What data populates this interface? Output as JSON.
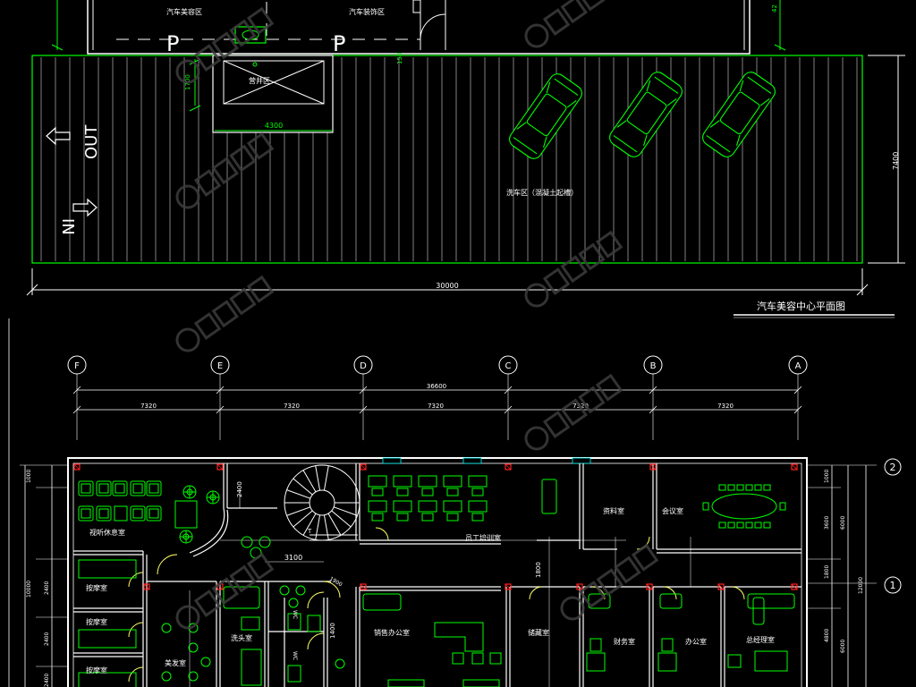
{
  "site_plan": {
    "title": "汽车美容中心平面图",
    "zones": {
      "detailing": "汽车美容区",
      "decoration": "汽车装饰区",
      "pit": "营井区",
      "wash": "洗车区（混凝土起槽）"
    },
    "parking_mark": "P",
    "entry_out": "OUT",
    "entry_in": "IN",
    "dims": {
      "total_width": "30000",
      "depth": "7400",
      "pit_width": "4300",
      "pit_depth": "1700",
      "top_right": "42",
      "small_left": "150"
    }
  },
  "floor_plan": {
    "axes": [
      "F",
      "E",
      "D",
      "C",
      "B",
      "A"
    ],
    "row_axes": [
      "2",
      "1"
    ],
    "dims": {
      "total": "36600",
      "bay": "7320",
      "stair_w": "2400",
      "corridor_w": "3100",
      "d1800": "1800",
      "d1400": "1400",
      "d1900": "1900",
      "left_1000": "1000",
      "left_10000": "10000",
      "left_2400": "2400",
      "right_1000": "1000",
      "right_3600": "3600",
      "right_1800": "1800",
      "right_4800": "4800",
      "right_6000": "6000",
      "right_12000": "12000"
    },
    "rooms": {
      "av_lounge": "视听休息室",
      "training": "员工培训室",
      "archive": "资料室",
      "meeting": "会议室",
      "massage": "按摩室",
      "hair_wash": "洗头室",
      "beauty": "美发室",
      "sales": "销售办公室",
      "storage": "储藏室",
      "finance": "财务室",
      "office": "办公室",
      "gm": "总经理室",
      "wc": "WC"
    }
  },
  "colors": {
    "wall": "#ffffff",
    "dim": "#00ff00",
    "furniture": "#00ff00",
    "axis": "#ffffff",
    "column": "#ff2020",
    "door": "#ffff66",
    "window": "#00ffff",
    "text": "#ffffff",
    "watermark": "#3a3a3a"
  }
}
